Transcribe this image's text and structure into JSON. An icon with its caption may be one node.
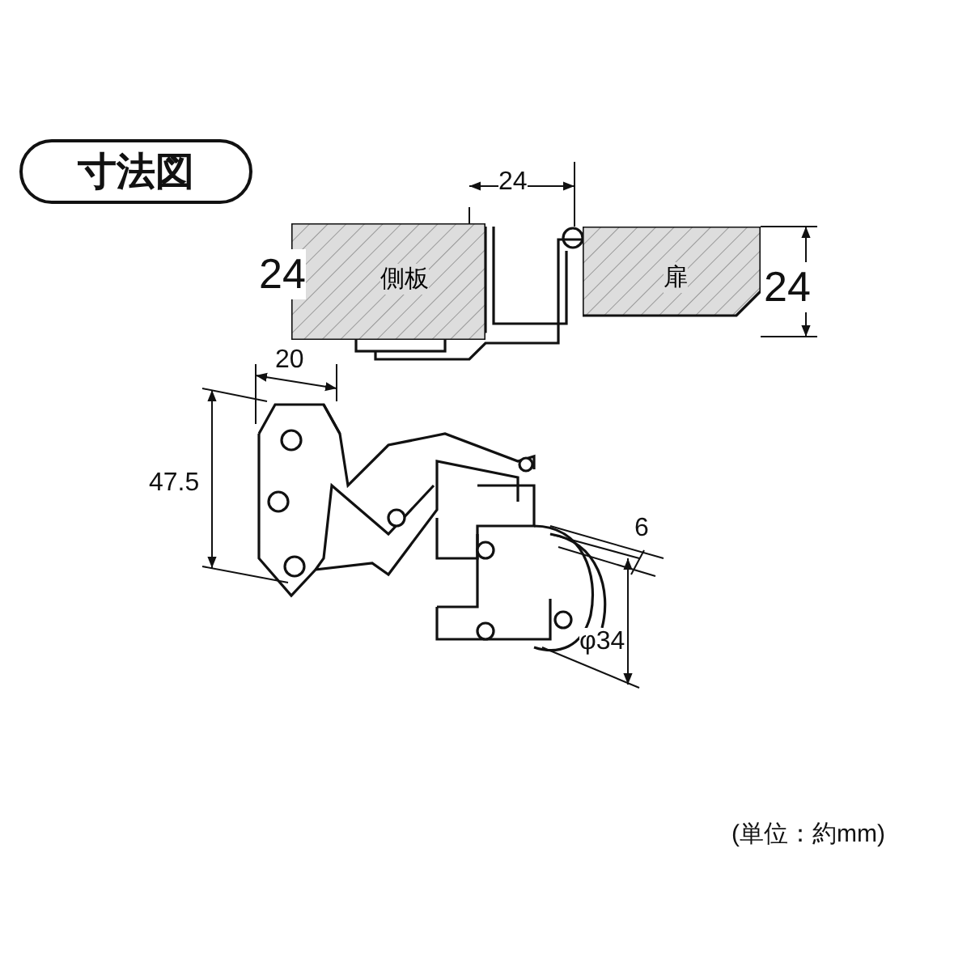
{
  "diagram": {
    "title": "寸法図",
    "nodes": [
      {
        "text": [
          "側板"
        ]
      },
      {
        "text": [
          "扉"
        ]
      }
    ],
    "labels": [
      "24",
      "24",
      "24",
      "20",
      "47.5",
      "6",
      "φ34"
    ],
    "caption": "(単位：約mm)"
  }
}
